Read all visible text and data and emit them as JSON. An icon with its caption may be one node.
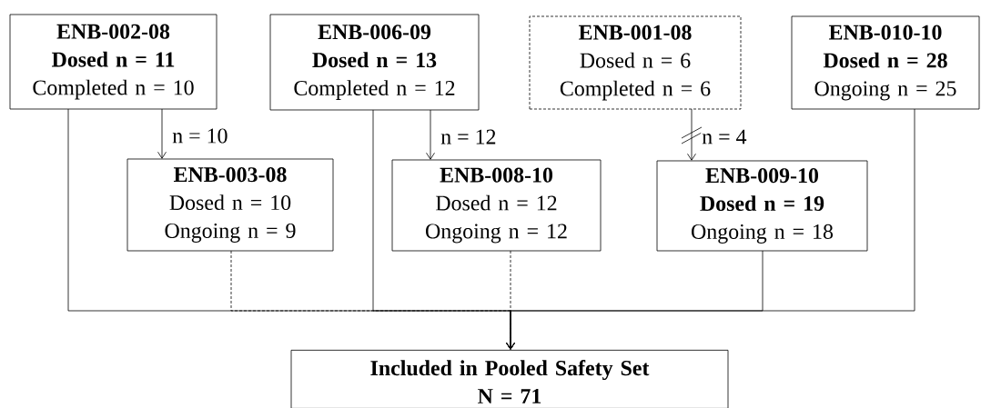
{
  "diagram": {
    "nodes": [
      {
        "text": [
          "ENB-002-08",
          "**Dosed n = 11**",
          "Completed n = 10"
        ]
      },
      {
        "text": [
          "ENB-003-08",
          "Dosed n = 10",
          "Ongoing n = 9"
        ]
      },
      {
        "text": [
          "ENB-006-09",
          "**Dosed n = 13**",
          "Completed n = 12"
        ]
      },
      {
        "text": [
          "ENB-008-10",
          "Dosed n = 12",
          "Ongoing n = 12"
        ]
      },
      {
        "text": [
          "ENB-001-08",
          "Dosed n = 6",
          "Completed n = 6"
        ]
      },
      {
        "text": [
          "ENB-009-10",
          "**Dosed n = 19**",
          "Ongoing n = 18"
        ]
      },
      {
        "text": [
          "ENB-010-10",
          "**Dosed n = 28**",
          "Ongoing n = 25"
        ]
      },
      {
        "text": [
          "Included in Pooled Safety Set",
          "**N = 71**"
        ]
      }
    ],
    "edges": [
      {
        "from": 0,
        "to": 1,
        "arrow": "to",
        "label": "n = 10"
      },
      {
        "from": 2,
        "to": 3,
        "arrow": "to",
        "label": "n = 12"
      },
      {
        "from": 4,
        "to": 5,
        "arrow": "to",
        "label": "n = 4"
      },
      {
        "from": 0,
        "to": 7,
        "arrow": "to"
      },
      {
        "from": 1,
        "to": 7,
        "arrow": "to",
        "style": "dashed"
      },
      {
        "from": 2,
        "to": 7,
        "arrow": "to"
      },
      {
        "from": 3,
        "to": 7,
        "arrow": "to",
        "style": "dashed"
      },
      {
        "from": 5,
        "to": 7,
        "arrow": "to"
      },
      {
        "from": 6,
        "to": 7,
        "arrow": "to"
      }
    ]
  }
}
